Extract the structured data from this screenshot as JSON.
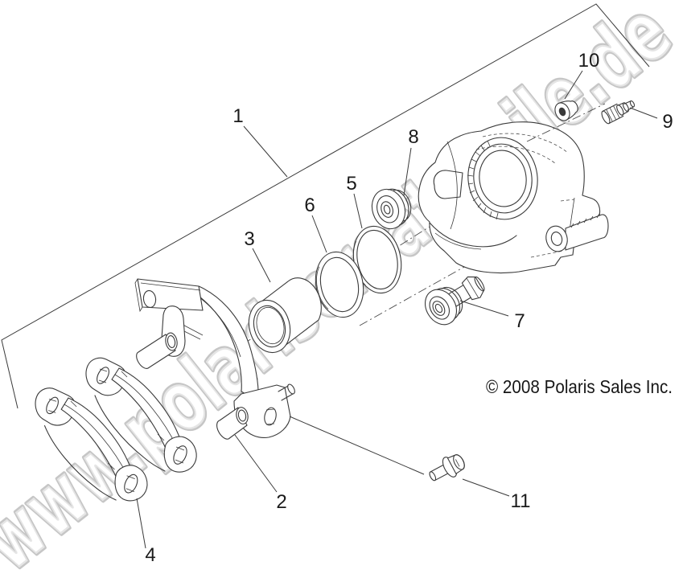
{
  "page": {
    "background": "#ffffff"
  },
  "diagram": {
    "type": "exploded-parts-diagram",
    "line_color": "#3a3a3a",
    "watermark": {
      "text": "www.polarisersatzteile.de",
      "color": "#ffffff",
      "outline_color": "#c6c6c6"
    },
    "copyright": {
      "text": "© 2008 Polaris Sales Inc."
    },
    "callouts": [
      {
        "number": "1"
      },
      {
        "number": "2"
      },
      {
        "number": "3"
      },
      {
        "number": "4"
      },
      {
        "number": "5"
      },
      {
        "number": "6"
      },
      {
        "number": "7"
      },
      {
        "number": "8"
      },
      {
        "number": "9"
      },
      {
        "number": "10"
      },
      {
        "number": "11"
      }
    ]
  }
}
